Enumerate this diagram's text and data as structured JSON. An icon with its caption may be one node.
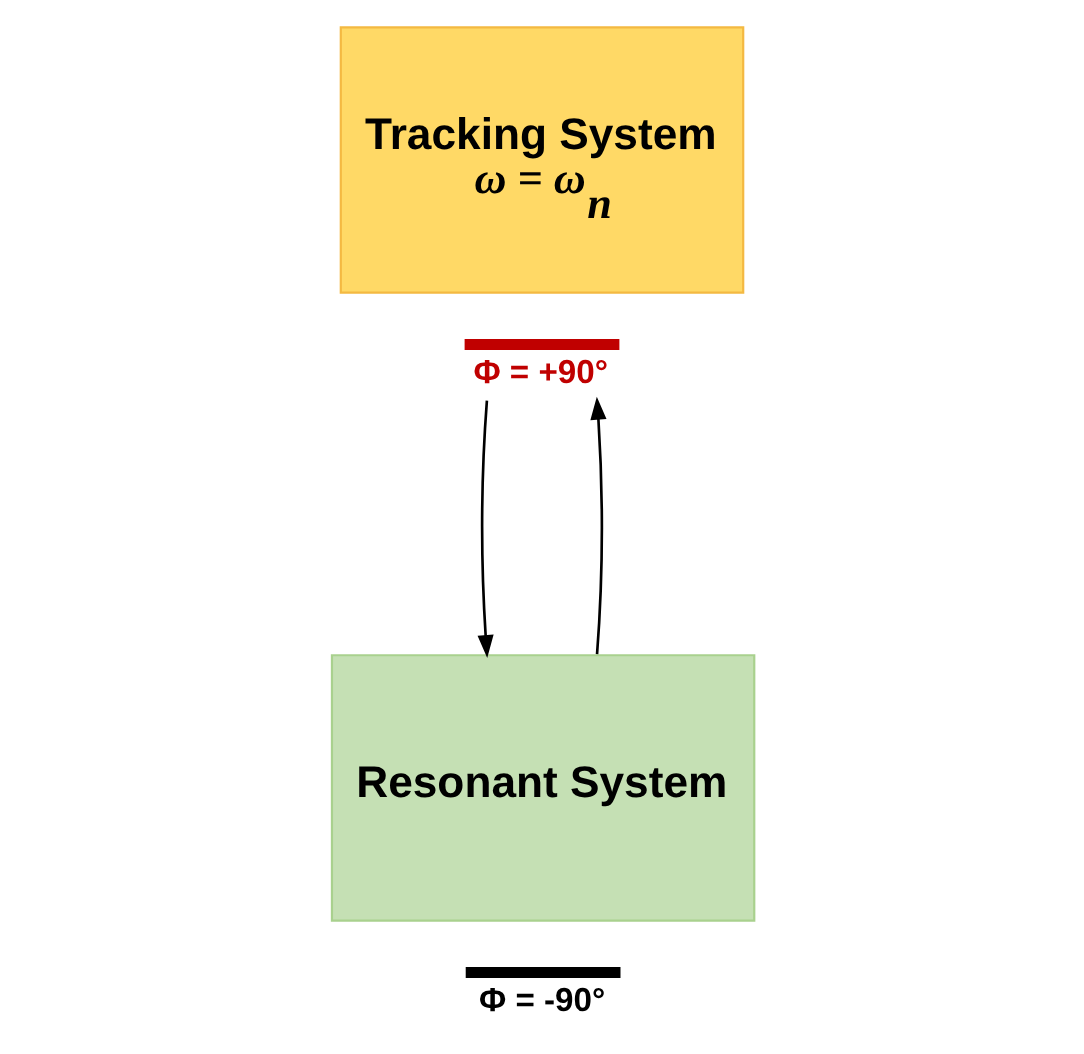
{
  "diagram": {
    "nodes": [
      {
        "text": [
          "Tracking System",
          "ω = ω$_{n}$"
        ],
        "beside": [
          "Φ = +90°"
        ]
      },
      {
        "text": [
          "Resonant System"
        ],
        "beside": [
          "Φ = -90°"
        ]
      }
    ],
    "edges": [
      {
        "from": 0,
        "to": 1,
        "arrow": "to"
      },
      {
        "from": 1,
        "to": 0,
        "arrow": "to"
      }
    ]
  }
}
